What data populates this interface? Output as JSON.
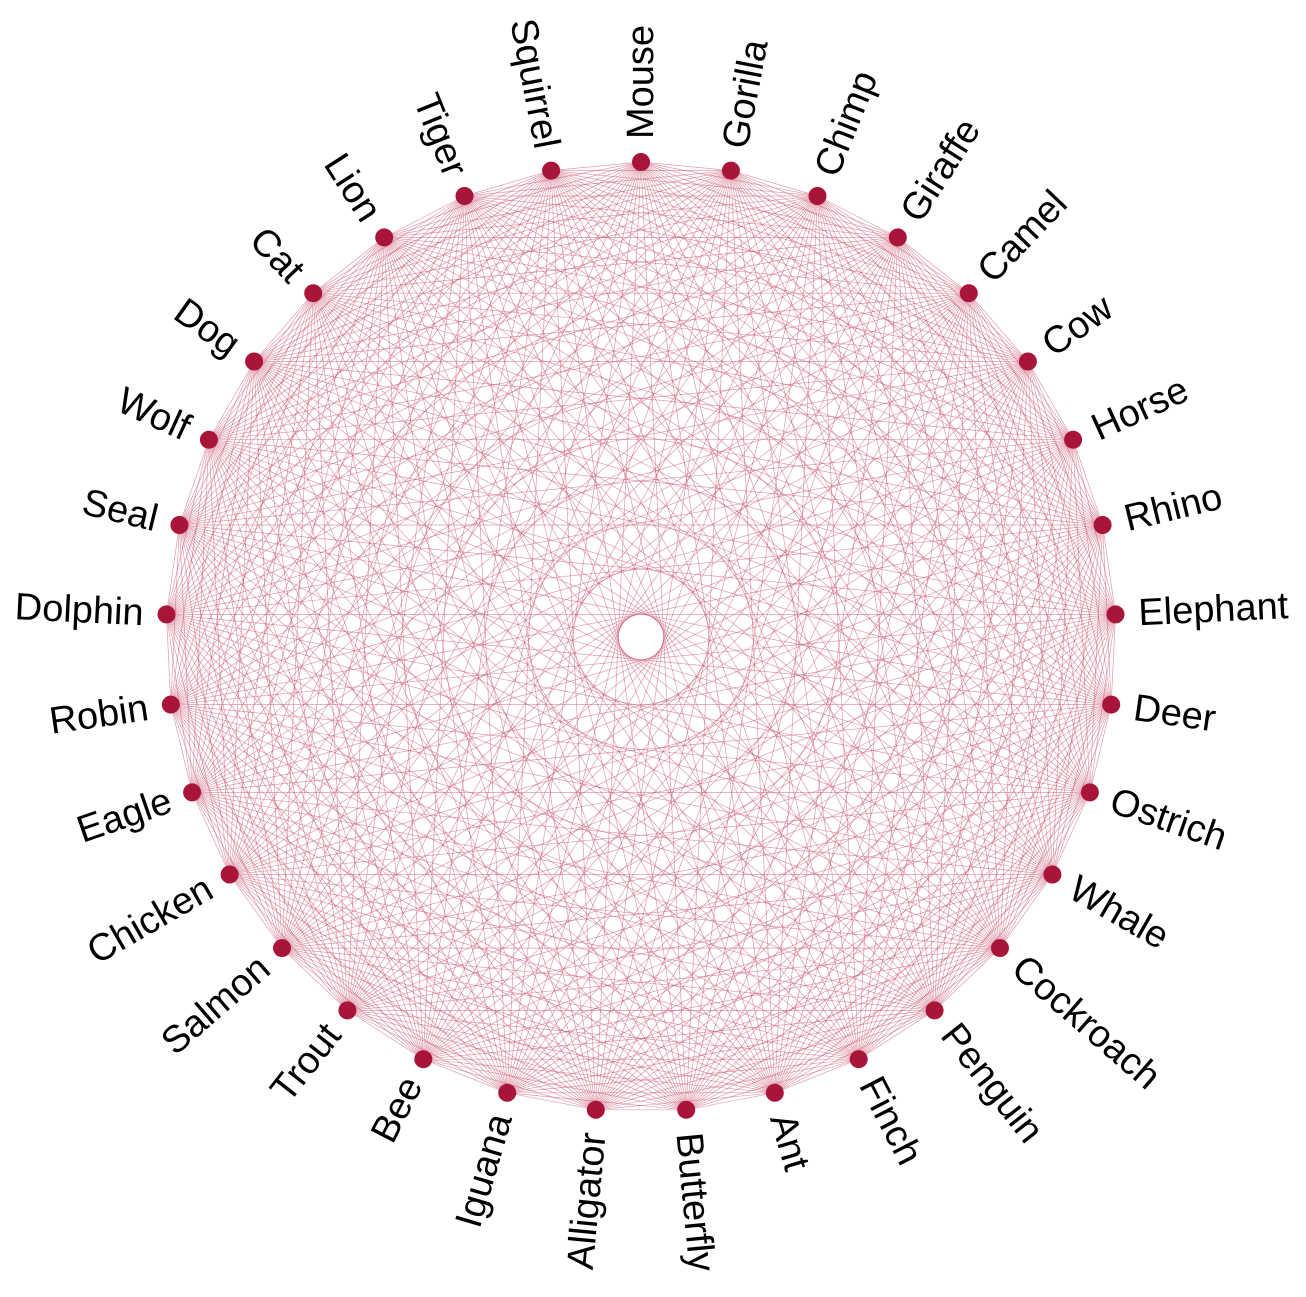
{
  "diagram": {
    "type": "circular-network",
    "node_color": "#a81538",
    "edge_color": "#c44a6a",
    "background": "#ffffff",
    "nodes": [
      "Mouse",
      "Gorilla",
      "Chimp",
      "Giraffe",
      "Camel",
      "Cow",
      "Horse",
      "Rhino",
      "Elephant",
      "Deer",
      "Ostrich",
      "Whale",
      "Cockroach",
      "Penguin",
      "Finch",
      "Ant",
      "Butterfly",
      "Alligator",
      "Iguana",
      "Bee",
      "Trout",
      "Salmon",
      "Chicken",
      "Eagle",
      "Robin",
      "Dolphin",
      "Seal",
      "Wolf",
      "Dog",
      "Cat",
      "Lion",
      "Tiger",
      "Squirrel"
    ],
    "edges": "complete"
  }
}
